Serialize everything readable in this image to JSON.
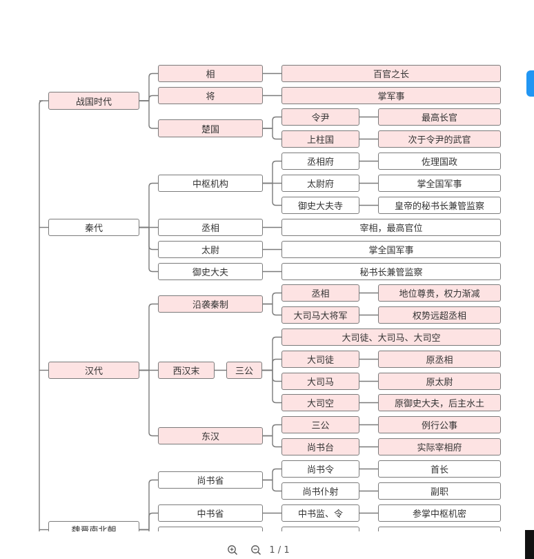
{
  "diagram": {
    "nodes": [
      {
        "id": "zg",
        "label": "战国时代",
        "style": "pink"
      },
      {
        "id": "zg_xiang",
        "label": "相",
        "style": "pink"
      },
      {
        "id": "zg_xiang_d",
        "label": "百官之长",
        "style": "pink"
      },
      {
        "id": "zg_jiang",
        "label": "将",
        "style": "pink"
      },
      {
        "id": "zg_jiang_d",
        "label": "掌军事",
        "style": "pink"
      },
      {
        "id": "zg_chu",
        "label": "楚国",
        "style": "pink"
      },
      {
        "id": "zg_ly",
        "label": "令尹",
        "style": "pink"
      },
      {
        "id": "zg_ly_d",
        "label": "最高长官",
        "style": "pink"
      },
      {
        "id": "zg_szg",
        "label": "上柱国",
        "style": "pink"
      },
      {
        "id": "zg_szg_d",
        "label": "次于令尹的武官",
        "style": "pink"
      },
      {
        "id": "qin",
        "label": "秦代",
        "style": "white"
      },
      {
        "id": "qin_zs",
        "label": "中枢机构",
        "style": "white"
      },
      {
        "id": "qin_cxf",
        "label": "丞相府",
        "style": "white"
      },
      {
        "id": "qin_cxf_d",
        "label": "佐理国政",
        "style": "white"
      },
      {
        "id": "qin_twf",
        "label": "太尉府",
        "style": "white"
      },
      {
        "id": "qin_twf_d",
        "label": "掌全国军事",
        "style": "white"
      },
      {
        "id": "qin_ysdfs",
        "label": "御史大夫寺",
        "style": "white"
      },
      {
        "id": "qin_ysdfs_d",
        "label": "皇帝的秘书长兼管监察",
        "style": "white"
      },
      {
        "id": "qin_cx",
        "label": "丞相",
        "style": "white"
      },
      {
        "id": "qin_cx_d",
        "label": "宰相，最高官位",
        "style": "white"
      },
      {
        "id": "qin_tw",
        "label": "太尉",
        "style": "white"
      },
      {
        "id": "qin_tw_d",
        "label": "掌全国军事",
        "style": "white"
      },
      {
        "id": "qin_ysdf",
        "label": "御史大夫",
        "style": "white"
      },
      {
        "id": "qin_ysdf_d",
        "label": "秘书长兼管监察",
        "style": "white"
      },
      {
        "id": "han",
        "label": "汉代",
        "style": "pink"
      },
      {
        "id": "han_yx",
        "label": "沿袭秦制",
        "style": "pink"
      },
      {
        "id": "han_cx",
        "label": "丞相",
        "style": "pink"
      },
      {
        "id": "han_cx_d",
        "label": "地位尊贵，权力渐减",
        "style": "pink"
      },
      {
        "id": "han_dsm",
        "label": "大司马大将军",
        "style": "pink"
      },
      {
        "id": "han_dsm_d",
        "label": "权势远超丞相",
        "style": "pink"
      },
      {
        "id": "han_xhm",
        "label": "西汉末",
        "style": "pink"
      },
      {
        "id": "han_sg",
        "label": "三公",
        "style": "pink"
      },
      {
        "id": "han_sg_all",
        "label": "大司徒、大司马、大司空",
        "style": "pink"
      },
      {
        "id": "han_dst",
        "label": "大司徒",
        "style": "pink"
      },
      {
        "id": "han_dst_d",
        "label": "原丞相",
        "style": "pink"
      },
      {
        "id": "han_dsm2",
        "label": "大司马",
        "style": "pink"
      },
      {
        "id": "han_dsm2_d",
        "label": "原太尉",
        "style": "pink"
      },
      {
        "id": "han_dsk",
        "label": "大司空",
        "style": "pink"
      },
      {
        "id": "han_dsk_d",
        "label": "原御史大夫，后主水土",
        "style": "pink"
      },
      {
        "id": "han_dh",
        "label": "东汉",
        "style": "pink"
      },
      {
        "id": "han_dh_sg",
        "label": "三公",
        "style": "pink"
      },
      {
        "id": "han_dh_sg_d",
        "label": "例行公事",
        "style": "pink"
      },
      {
        "id": "han_dh_sst",
        "label": "尚书台",
        "style": "pink"
      },
      {
        "id": "han_dh_sst_d",
        "label": "实际宰相府",
        "style": "pink"
      },
      {
        "id": "wj",
        "label": "魏晋南北朝",
        "style": "white"
      },
      {
        "id": "wj_ssx",
        "label": "尚书省",
        "style": "white"
      },
      {
        "id": "wj_ssl",
        "label": "尚书令",
        "style": "white"
      },
      {
        "id": "wj_ssl_d",
        "label": "首长",
        "style": "white"
      },
      {
        "id": "wj_ssp",
        "label": "尚书仆射",
        "style": "white"
      },
      {
        "id": "wj_ssp_d",
        "label": "副职",
        "style": "white"
      },
      {
        "id": "wj_zsx",
        "label": "中书省",
        "style": "white"
      },
      {
        "id": "wj_zsjl",
        "label": "中书监、令",
        "style": "white"
      },
      {
        "id": "wj_zsjl_d",
        "label": "参掌中枢机密",
        "style": "white"
      },
      {
        "id": "wj_c1",
        "label": "",
        "style": "white"
      },
      {
        "id": "wj_c2",
        "label": "",
        "style": "white"
      },
      {
        "id": "wj_c3",
        "label": "",
        "style": "white"
      }
    ],
    "edges": [
      [
        "zg",
        "zg_xiang"
      ],
      [
        "zg",
        "zg_jiang"
      ],
      [
        "zg",
        "zg_chu"
      ],
      [
        "zg_xiang",
        "zg_xiang_d"
      ],
      [
        "zg_jiang",
        "zg_jiang_d"
      ],
      [
        "zg_chu",
        "zg_ly"
      ],
      [
        "zg_chu",
        "zg_szg"
      ],
      [
        "zg_ly",
        "zg_ly_d"
      ],
      [
        "zg_szg",
        "zg_szg_d"
      ],
      [
        "qin",
        "qin_zs"
      ],
      [
        "qin",
        "qin_cx"
      ],
      [
        "qin",
        "qin_tw"
      ],
      [
        "qin",
        "qin_ysdf"
      ],
      [
        "qin_zs",
        "qin_cxf"
      ],
      [
        "qin_zs",
        "qin_twf"
      ],
      [
        "qin_zs",
        "qin_ysdfs"
      ],
      [
        "qin_cxf",
        "qin_cxf_d"
      ],
      [
        "qin_twf",
        "qin_twf_d"
      ],
      [
        "qin_ysdfs",
        "qin_ysdfs_d"
      ],
      [
        "qin_cx",
        "qin_cx_d"
      ],
      [
        "qin_tw",
        "qin_tw_d"
      ],
      [
        "qin_ysdf",
        "qin_ysdf_d"
      ],
      [
        "han",
        "han_yx"
      ],
      [
        "han",
        "han_xhm"
      ],
      [
        "han",
        "han_dh"
      ],
      [
        "han_yx",
        "han_cx"
      ],
      [
        "han_yx",
        "han_dsm"
      ],
      [
        "han_cx",
        "han_cx_d"
      ],
      [
        "han_dsm",
        "han_dsm_d"
      ],
      [
        "han_xhm",
        "han_sg"
      ],
      [
        "han_sg",
        "han_sg_all"
      ],
      [
        "han_sg",
        "han_dst"
      ],
      [
        "han_sg",
        "han_dsm2"
      ],
      [
        "han_sg",
        "han_dsk"
      ],
      [
        "han_dst",
        "han_dst_d"
      ],
      [
        "han_dsm2",
        "han_dsm2_d"
      ],
      [
        "han_dsk",
        "han_dsk_d"
      ],
      [
        "han_dh",
        "han_dh_sg"
      ],
      [
        "han_dh",
        "han_dh_sst"
      ],
      [
        "han_dh_sg",
        "han_dh_sg_d"
      ],
      [
        "han_dh_sst",
        "han_dh_sst_d"
      ],
      [
        "wj",
        "wj_ssx"
      ],
      [
        "wj",
        "wj_zsx"
      ],
      [
        "wj",
        "wj_c1"
      ],
      [
        "wj_ssx",
        "wj_ssl"
      ],
      [
        "wj_ssx",
        "wj_ssp"
      ],
      [
        "wj_ssl",
        "wj_ssl_d"
      ],
      [
        "wj_ssp",
        "wj_ssp_d"
      ],
      [
        "wj_zsx",
        "wj_zsjl"
      ],
      [
        "wj_zsjl",
        "wj_zsjl_d"
      ],
      [
        "wj_c1",
        "wj_c2"
      ],
      [
        "wj_c2",
        "wj_c3"
      ]
    ]
  },
  "toolbar": {
    "zoom_in_icon": "zoom-in-icon",
    "zoom_out_icon": "zoom-out-icon",
    "page_indicator": "1 / 1"
  },
  "colors": {
    "pink_fill": "#fde3e3",
    "line": "#7a7a7a",
    "accent": "#2196f3"
  }
}
